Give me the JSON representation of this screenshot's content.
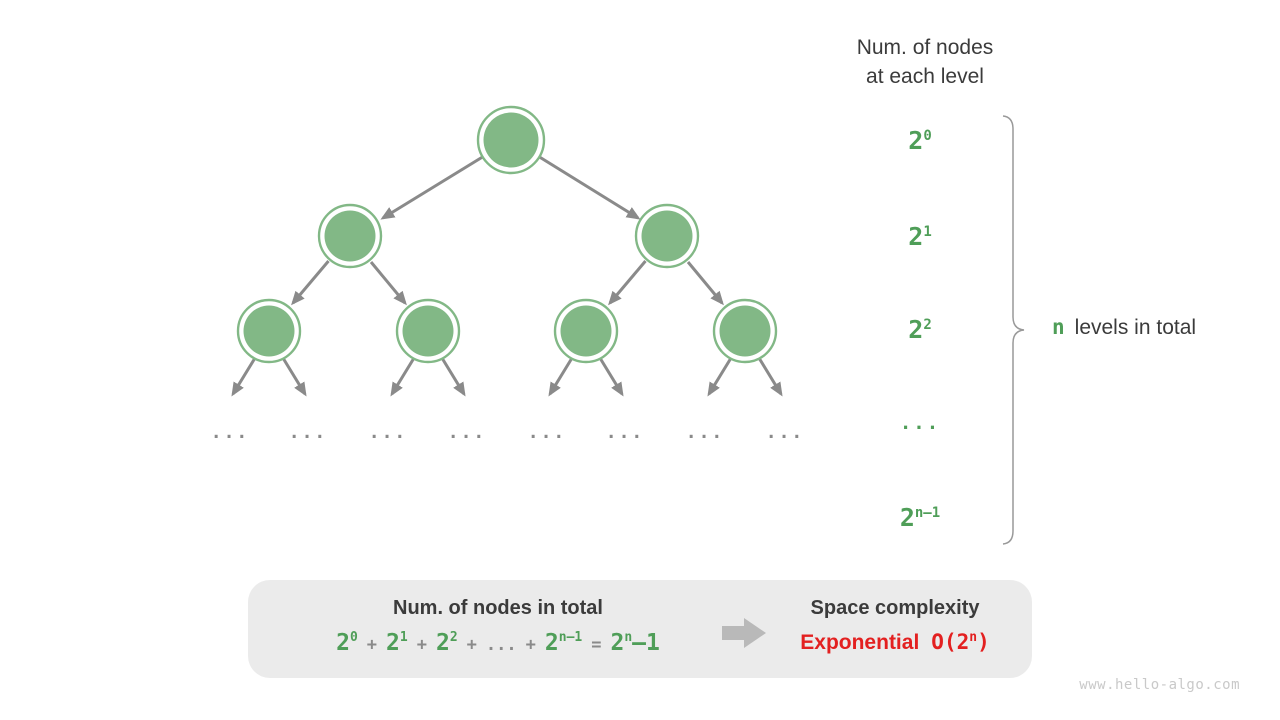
{
  "palette": {
    "node_green": "#82b886",
    "text_green": "#4f9e58",
    "text_dark": "#3b3b3b",
    "arrow_gray": "#8a8a8a",
    "box_bg": "#ebebeb",
    "complexity_red": "#e32020",
    "watermark_gray": "#c9c9c9"
  },
  "header": {
    "line1": "Num. of nodes",
    "line2": "at each level"
  },
  "levels": [
    {
      "base": "2",
      "exp": "0"
    },
    {
      "base": "2",
      "exp": "1"
    },
    {
      "base": "2",
      "exp": "2"
    },
    {
      "dots": "..."
    },
    {
      "base": "2",
      "exp": "n–1"
    }
  ],
  "brace_label": {
    "n": "n",
    "text": "levels in total"
  },
  "tree": {
    "ellipsis": "..."
  },
  "summary": {
    "left_title": "Num. of nodes in total",
    "formula": [
      {
        "text": "2",
        "sup": "0"
      },
      {
        "text": "+"
      },
      {
        "text": "2",
        "sup": "1"
      },
      {
        "text": "+"
      },
      {
        "text": "2",
        "sup": "2"
      },
      {
        "text": "+"
      },
      {
        "text": "..."
      },
      {
        "text": "+"
      },
      {
        "text": "2",
        "sup": "n–1"
      },
      {
        "text": "="
      },
      {
        "text": "2",
        "sup": "n",
        "tail": "–1"
      }
    ],
    "right_title": "Space complexity",
    "complexity_class": "Exponential",
    "notation": {
      "pre": "O(2",
      "exp": "n",
      "post": ")"
    }
  },
  "watermark": "www.hello-algo.com"
}
